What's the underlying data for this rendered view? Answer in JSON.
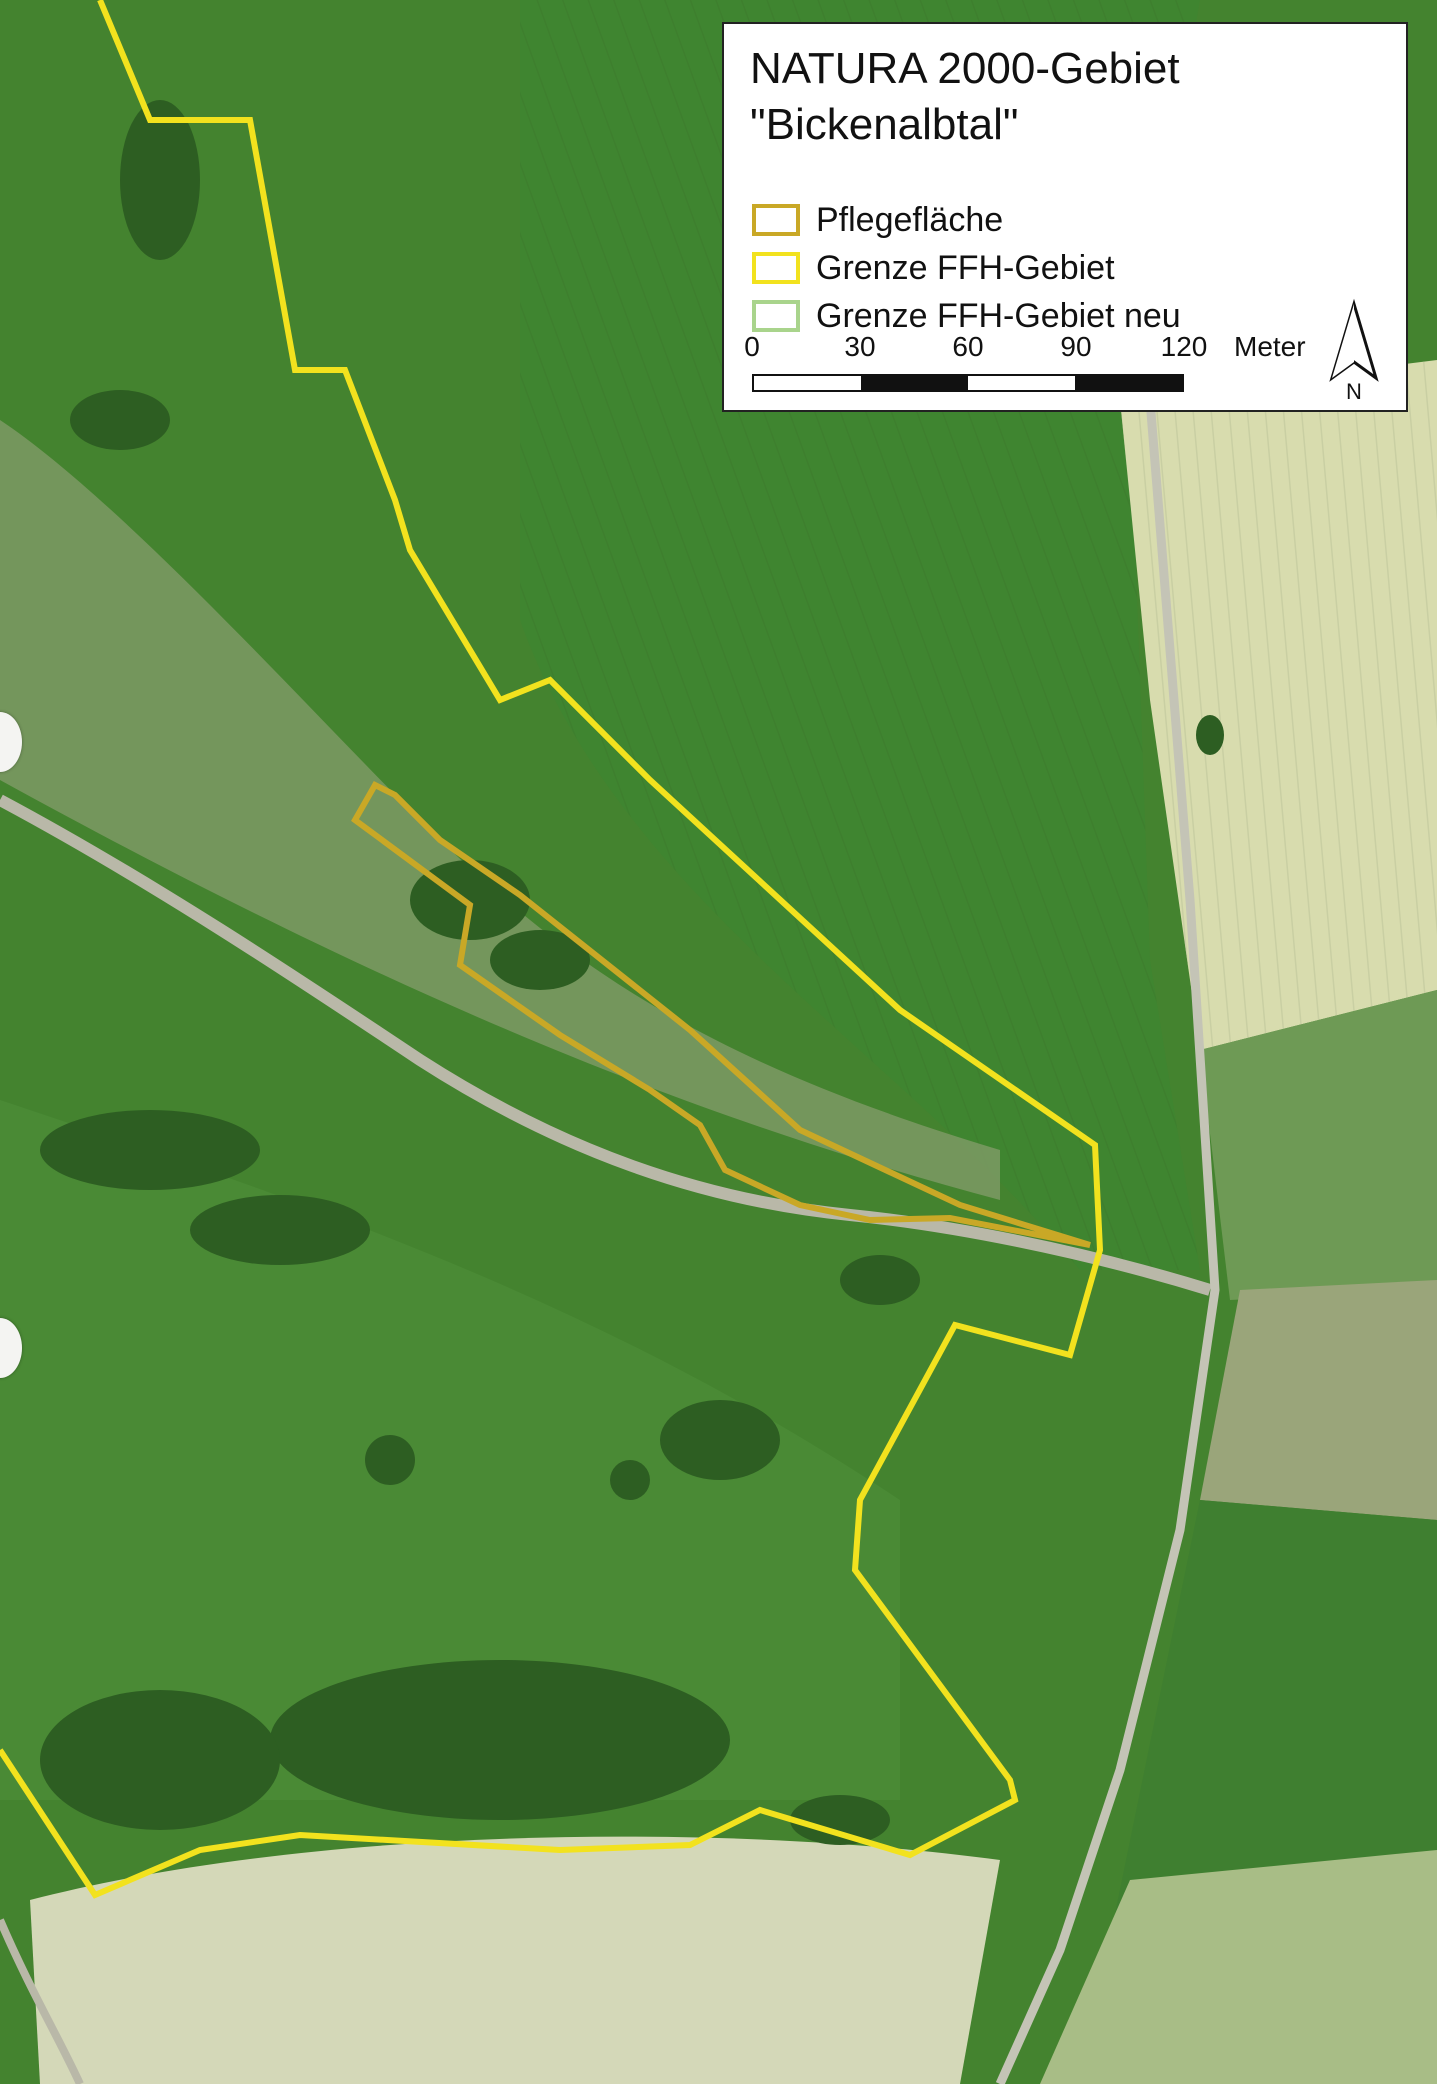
{
  "map": {
    "colors": {
      "ffh_boundary": "#f2e21e",
      "pflege_area": "#c9a826",
      "ffh_boundary_new": "#a9d48c",
      "meadow": "#4a8a35",
      "field_pale": "#d8ddb4",
      "road": "#bdbdb0"
    }
  },
  "legend": {
    "title_line1": "NATURA 2000-Gebiet",
    "title_line2": "\"Bickenalbtal\"",
    "items": [
      {
        "label": "Pflegefläche",
        "color": "#c9a826",
        "style": "outline"
      },
      {
        "label": "Grenze FFH-Gebiet",
        "color": "#f2e21e",
        "style": "outline"
      },
      {
        "label": "Grenze FFH-Gebiet neu",
        "color": "#a9d48c",
        "style": "outline"
      }
    ],
    "scale": {
      "ticks": [
        "0",
        "30",
        "60",
        "90",
        "120"
      ],
      "unit": "Meter"
    },
    "north": {
      "letter": "N",
      "icon": "north-arrow-icon"
    }
  }
}
